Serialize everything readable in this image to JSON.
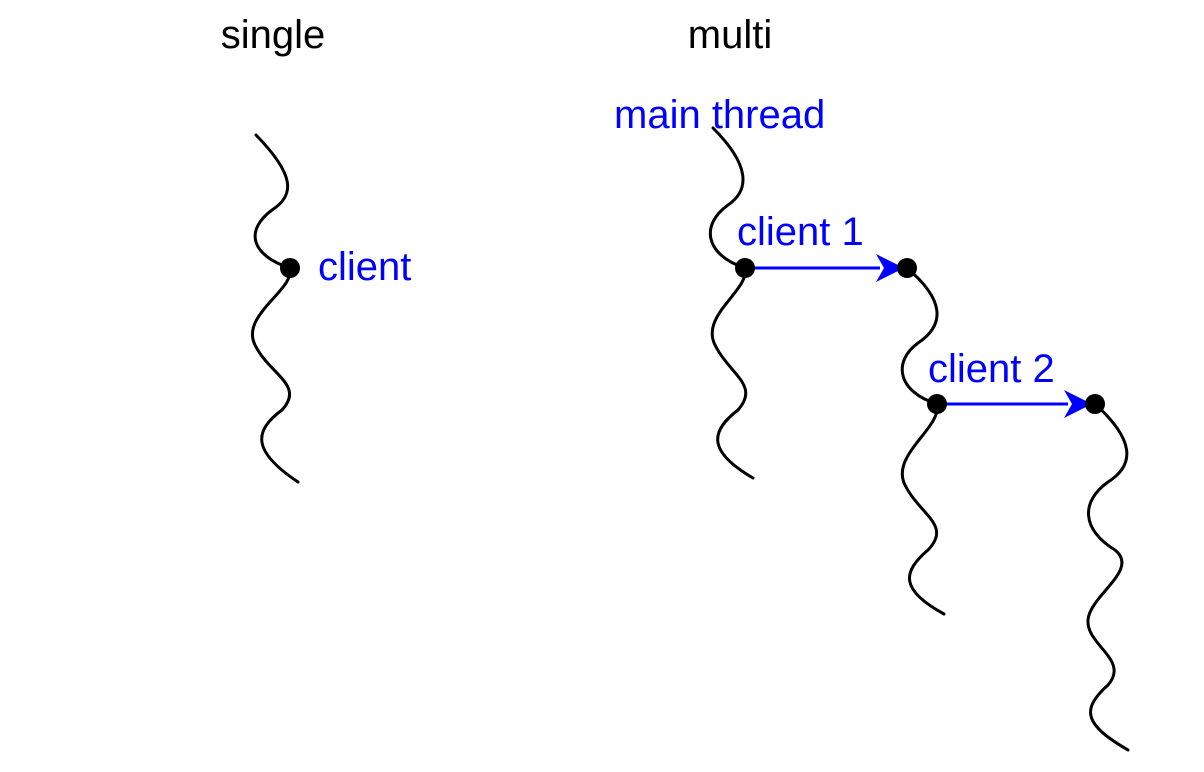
{
  "colors": {
    "label": "#0000ff",
    "arrow": "#0000ff",
    "thread": "#000000",
    "heading": "#000000"
  },
  "single": {
    "heading": "single",
    "client_label": "client"
  },
  "multi": {
    "heading": "multi",
    "main_thread_label": "main thread",
    "client1_label": "client 1",
    "client2_label": "client 2"
  }
}
